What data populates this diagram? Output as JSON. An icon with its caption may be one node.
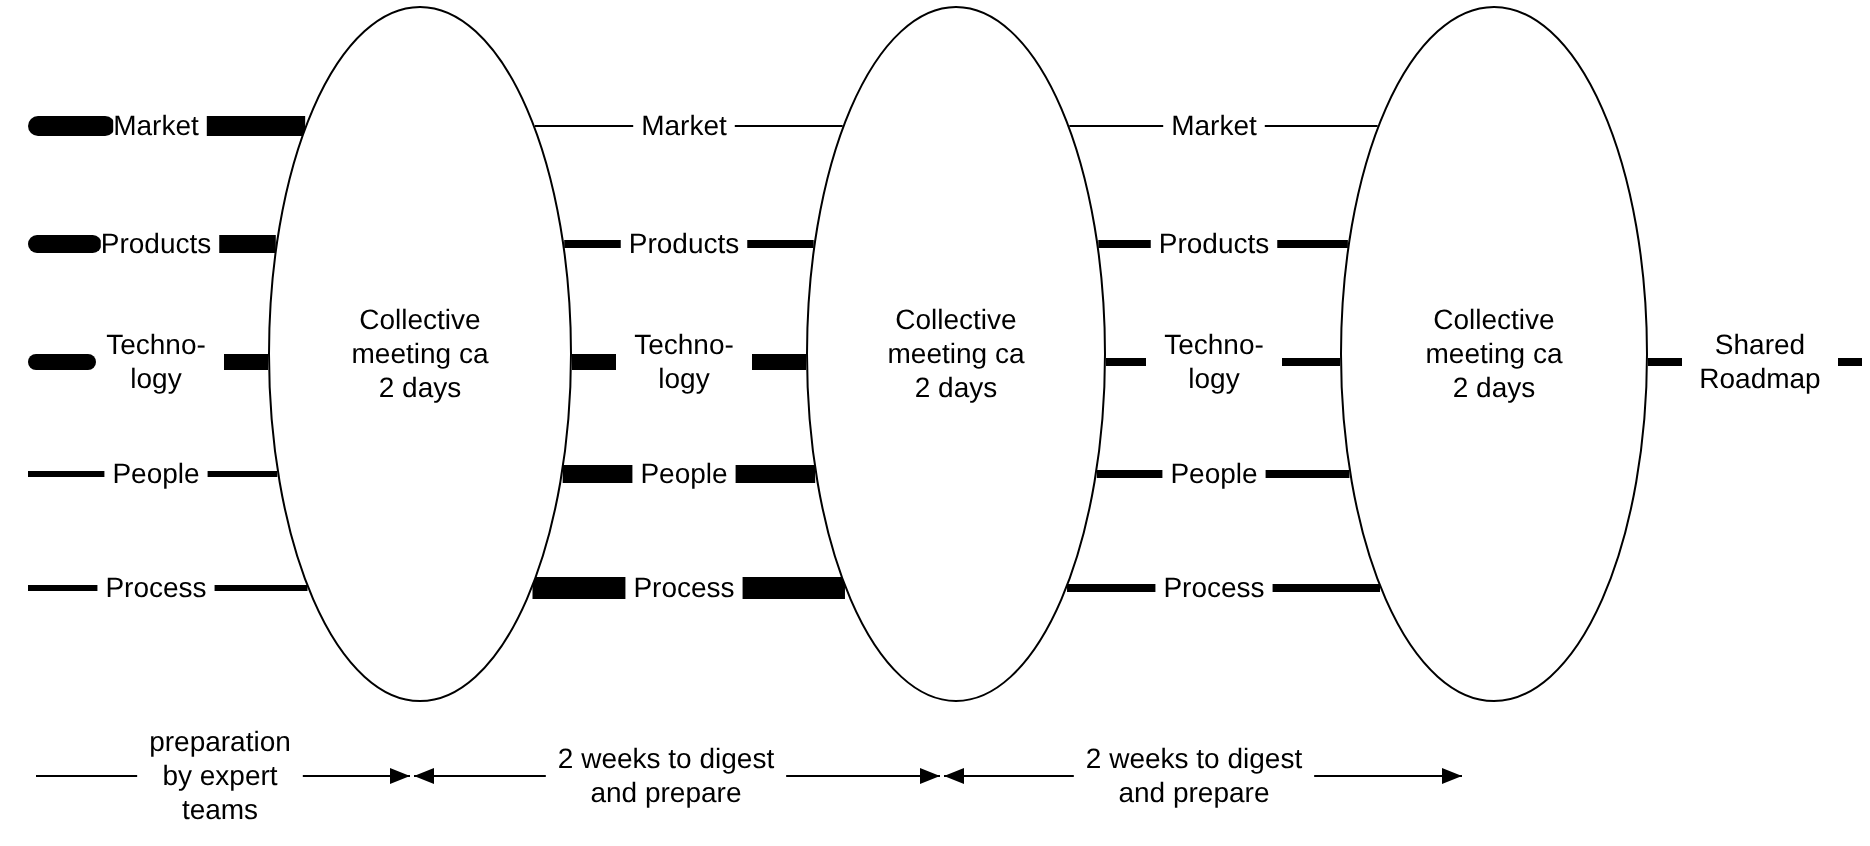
{
  "diagram": {
    "nodes": [
      {
        "text": [
          "Collective meeting ca 2 days"
        ]
      },
      {
        "text": [
          "Collective meeting ca 2 days"
        ]
      },
      {
        "text": [
          "Collective meeting ca 2 days"
        ]
      },
      {
        "text": [
          "Market"
        ]
      },
      {
        "text": [
          "Products"
        ]
      },
      {
        "text": [
          "Techno- logy"
        ]
      },
      {
        "text": [
          "People"
        ]
      },
      {
        "text": [
          "Process"
        ]
      },
      {
        "text": [
          "Market"
        ]
      },
      {
        "text": [
          "Products"
        ]
      },
      {
        "text": [
          "Techno- logy"
        ]
      },
      {
        "text": [
          "People"
        ]
      },
      {
        "text": [
          "Process"
        ]
      },
      {
        "text": [
          "Market"
        ]
      },
      {
        "text": [
          "Products"
        ]
      },
      {
        "text": [
          "Techno- logy"
        ]
      },
      {
        "text": [
          "People"
        ]
      },
      {
        "text": [
          "Process"
        ]
      },
      {
        "text": [
          "Shared Roadmap"
        ]
      }
    ],
    "edges": [
      {
        "from": null,
        "to": 3,
        "arrow": "none",
        "style": "thick"
      },
      {
        "from": 3,
        "to": 0,
        "arrow": "none",
        "style": "thick"
      },
      {
        "from": 0,
        "to": 8,
        "arrow": "none"
      },
      {
        "from": 8,
        "to": 1,
        "arrow": "none"
      },
      {
        "from": 1,
        "to": 13,
        "arrow": "none"
      },
      {
        "from": 13,
        "to": 2,
        "arrow": "none"
      },
      {
        "from": null,
        "to": 4,
        "arrow": "none",
        "style": "thick"
      },
      {
        "from": 4,
        "to": 0,
        "arrow": "none",
        "style": "thick"
      },
      {
        "from": 0,
        "to": 9,
        "arrow": "none"
      },
      {
        "from": 9,
        "to": 1,
        "arrow": "none"
      },
      {
        "from": 1,
        "to": 14,
        "arrow": "none"
      },
      {
        "from": 14,
        "to": 2,
        "arrow": "none"
      },
      {
        "from": null,
        "to": 5,
        "arrow": "none",
        "style": "thick"
      },
      {
        "from": 5,
        "to": 0,
        "arrow": "none",
        "style": "thick"
      },
      {
        "from": 0,
        "to": 10,
        "arrow": "none",
        "style": "thick"
      },
      {
        "from": 10,
        "to": 1,
        "arrow": "none",
        "style": "thick"
      },
      {
        "from": 1,
        "to": 15,
        "arrow": "none"
      },
      {
        "from": 15,
        "to": 2,
        "arrow": "none"
      },
      {
        "from": null,
        "to": 6,
        "arrow": "none"
      },
      {
        "from": 6,
        "to": 0,
        "arrow": "none"
      },
      {
        "from": 0,
        "to": 11,
        "arrow": "none",
        "style": "thick"
      },
      {
        "from": 11,
        "to": 1,
        "arrow": "none",
        "style": "thick"
      },
      {
        "from": 1,
        "to": 16,
        "arrow": "none"
      },
      {
        "from": 16,
        "to": 2,
        "arrow": "none"
      },
      {
        "from": null,
        "to": 7,
        "arrow": "none"
      },
      {
        "from": 7,
        "to": 0,
        "arrow": "none"
      },
      {
        "from": 0,
        "to": 12,
        "arrow": "none",
        "style": "thick"
      },
      {
        "from": 12,
        "to": 1,
        "arrow": "none",
        "style": "thick"
      },
      {
        "from": 1,
        "to": 17,
        "arrow": "none"
      },
      {
        "from": 17,
        "to": 2,
        "arrow": "none"
      },
      {
        "from": 2,
        "to": 18,
        "arrow": "none"
      },
      {
        "from": 18,
        "to": null,
        "arrow": "none"
      }
    ],
    "labels": [
      "preparation by expert teams",
      "2 weeks to digest and prepare",
      "2 weeks to digest and prepare"
    ]
  }
}
